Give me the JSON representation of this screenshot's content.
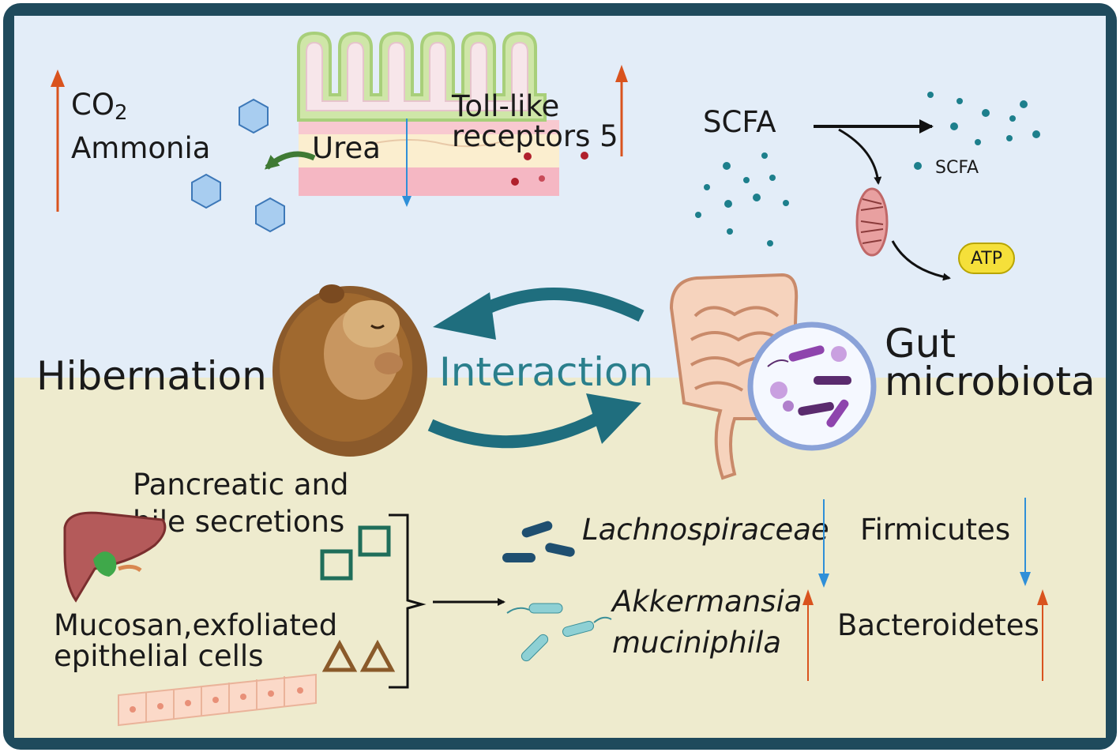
{
  "colors": {
    "top_bg": "#e3edf8",
    "bottom_bg": "#eeebce",
    "frame": "#1f4a5c",
    "teal_arrow": "#1f6e7e",
    "up_arrow": "#d9531e",
    "down_arrow": "#2f8fd8",
    "interaction_text": "#2a7f8c"
  },
  "labels": {
    "co2": "CO",
    "co2_sub": "2",
    "ammonia": "Ammonia",
    "urea": "Urea",
    "tlr_line1": "Toll-like",
    "tlr_line2": "receptors 5",
    "scfa_main": "SCFA",
    "scfa_small": "SCFA",
    "atp": "ATP",
    "hibernation": "Hibernation",
    "interaction": "Interaction",
    "gut_line1": "Gut",
    "gut_line2": "microbiota",
    "pancreatic_line1": "Pancreatic and",
    "pancreatic_line2": "bile secretions",
    "mucosan_line1": "Mucosan,exfoliated",
    "mucosan_line2": "epithelial cells",
    "lachno": "Lachnospiraceae",
    "akker_line1": "Akkermansia",
    "akker_line2": "muciniphila",
    "firmicutes": "Firmicutes",
    "bacteroidetes": "Bacteroidetes"
  },
  "icons": [
    "intestinal-villi-icon",
    "hexagon-molecule-icon",
    "mitochondria-icon",
    "hibernating-animal-icon",
    "intestine-icon",
    "bacteria-circle-icon",
    "liver-icon",
    "epithelial-cells-icon",
    "rod-bacteria-icon"
  ]
}
